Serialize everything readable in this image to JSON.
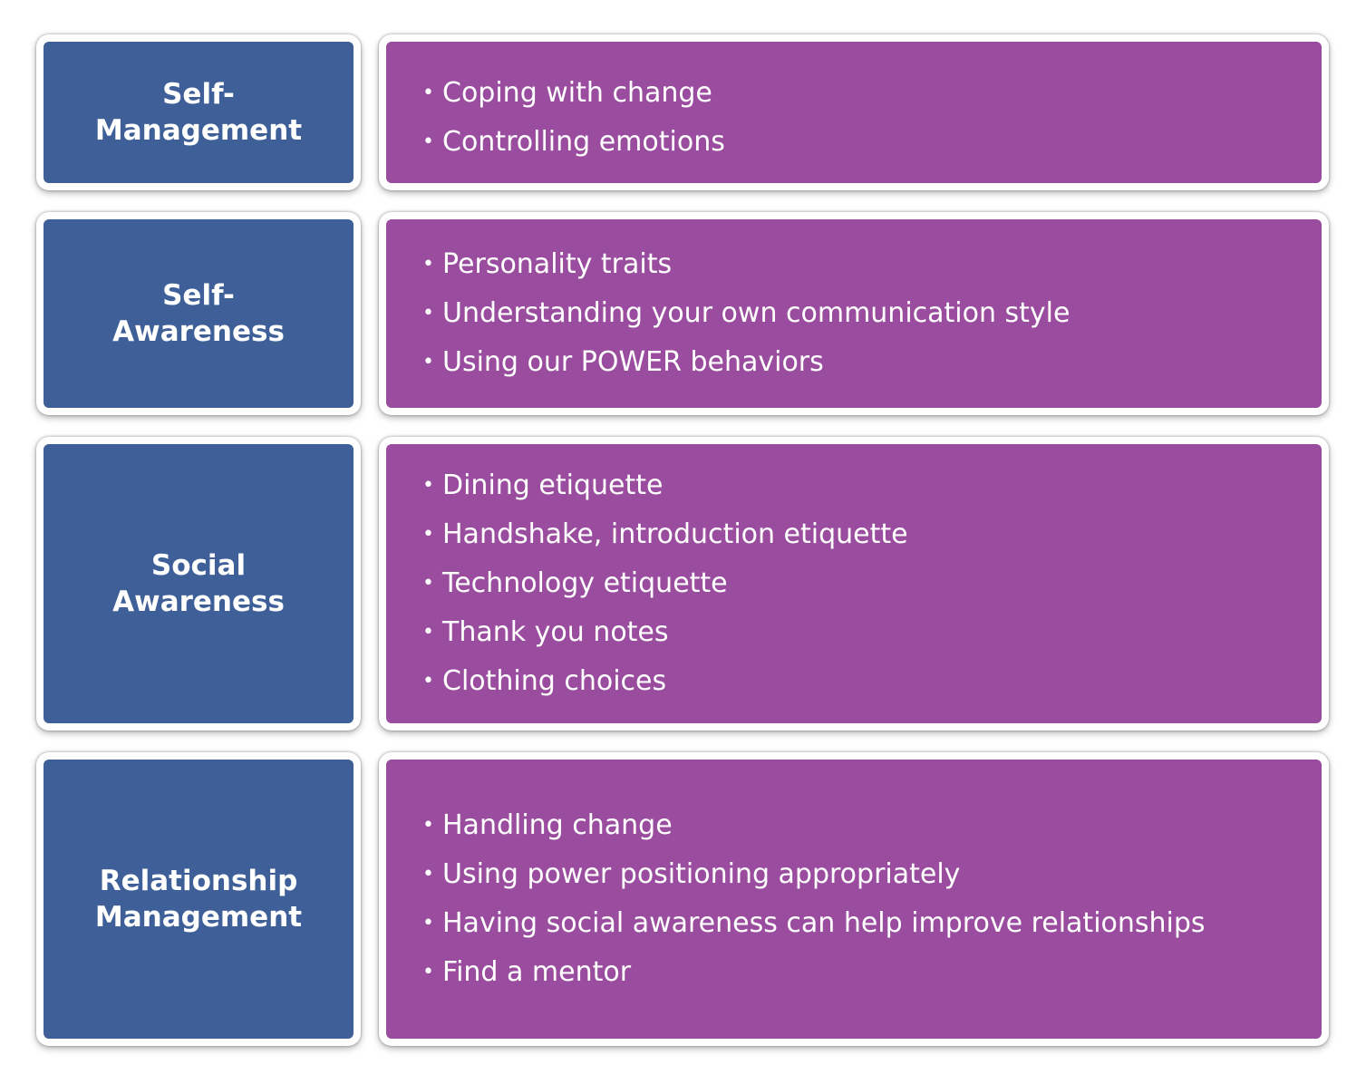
{
  "rows": [
    {
      "category": "Self-\nManagement",
      "items": [
        "Coping with change",
        "Controlling emotions"
      ]
    },
    {
      "category": "Self-\nAwareness",
      "items": [
        "Personality traits",
        "Understanding your own communication style",
        "Using our POWER behaviors"
      ]
    },
    {
      "category": "Social\nAwareness",
      "items": [
        "Dining etiquette",
        "Handshake, introduction etiquette",
        "Technology etiquette",
        "Thank you notes",
        "Clothing choices"
      ]
    },
    {
      "category": "Relationship\nManagement",
      "items": [
        "Handling change",
        "Using power positioning appropriately",
        "Having social awareness can help improve relationships",
        "Find a mentor"
      ]
    }
  ],
  "colors": {
    "category_fill": "#3e5f98",
    "items_fill": "#9a4d9e",
    "text": "#ffffff"
  }
}
